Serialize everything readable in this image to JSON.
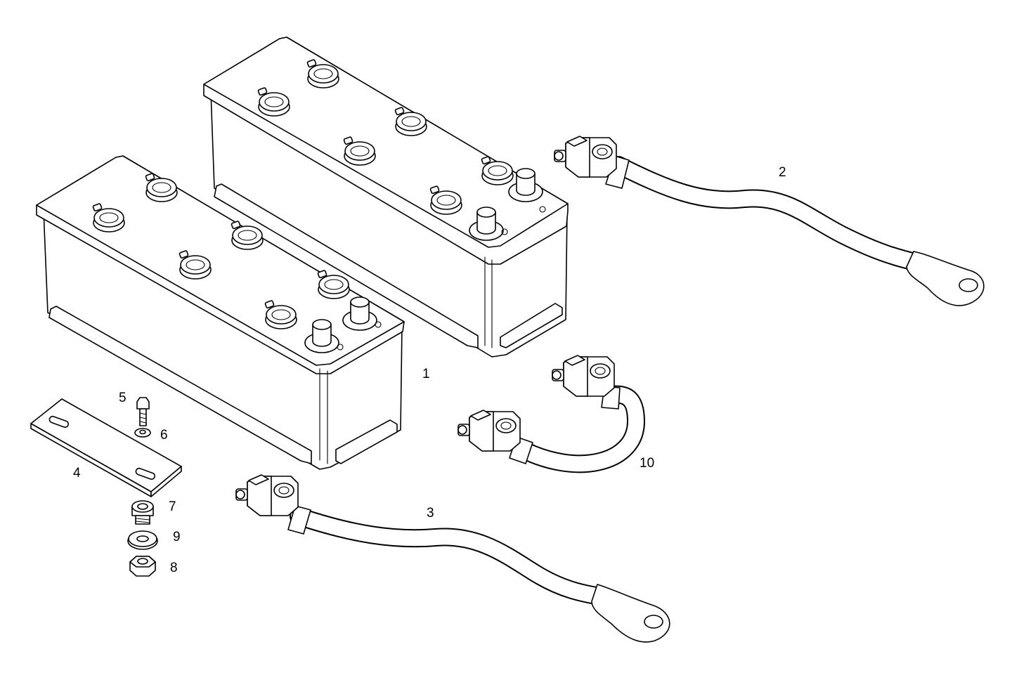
{
  "colors": {
    "line": "#000000",
    "background": "#ffffff"
  },
  "callouts": {
    "battery": "1",
    "cable_long_upper": "2",
    "cable_long_lower": "3",
    "clamp_bar": "4",
    "bolt": "5",
    "washer_small": "6",
    "plug": "7",
    "nut": "8",
    "washer": "9",
    "cable_bridge": "10"
  }
}
